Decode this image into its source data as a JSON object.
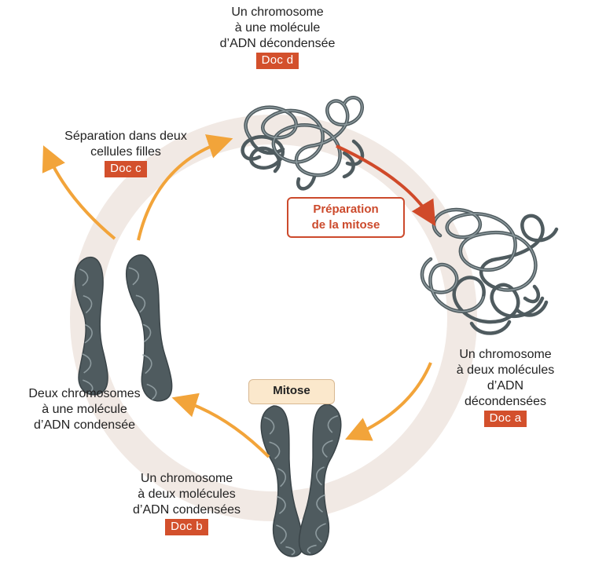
{
  "colors": {
    "ring": "#f1e9e4",
    "arrow_orange": "#f2a43a",
    "arrow_red": "#d04a2a",
    "badge": "#d3502c",
    "chromosome": "#4f5b5f",
    "chromosome_highlight": "#8d9a9e"
  },
  "labels": {
    "doc_d": {
      "lines": [
        "Un chromosome",
        "à une molécule",
        "d’ADN décondensée"
      ],
      "badge": "Doc d"
    },
    "doc_a": {
      "lines": [
        "Un chromosome",
        "à deux molécules",
        "d’ADN",
        "décondensées"
      ],
      "badge": "Doc a"
    },
    "doc_b": {
      "lines": [
        "Un chromosome",
        "à deux molécules",
        "d’ADN condensées"
      ],
      "badge": "Doc b"
    },
    "doc_c": {
      "lines": [
        "Séparation dans deux",
        "cellules filles"
      ],
      "badge": "Doc c"
    },
    "two_chromosomes": {
      "lines": [
        "Deux chromosomes",
        "à une molécule",
        "d’ADN condensée"
      ]
    }
  },
  "phases": {
    "preparation": {
      "lines": [
        "Préparation",
        "de la mitose"
      ]
    },
    "mitose": {
      "label": "Mitose"
    }
  }
}
